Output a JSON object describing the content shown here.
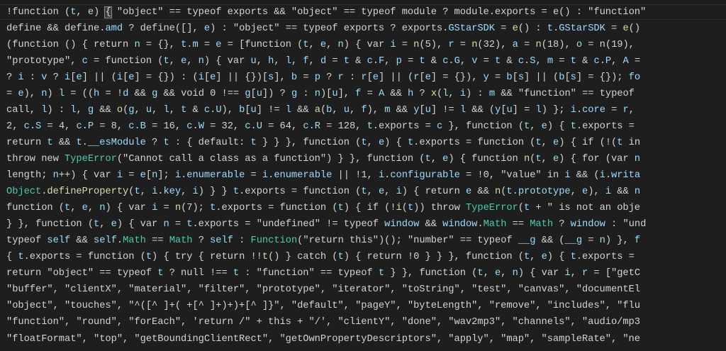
{
  "editor": {
    "language": "javascript",
    "colors": {
      "background": "#1e1e1e",
      "text": "#d4d4d4",
      "variable": "#9cdcfe",
      "function": "#dcdcaa",
      "type": "#4ec9b0"
    },
    "lines": [
      "!function (t, e) { \"object\" == typeof exports && \"object\" == typeof module ? module.exports = e() : \"function\"",
      "define && define.amd ? define([], e) : \"object\" == typeof exports ? exports.GStarSDK = e() : t.GStarSDK = e()",
      "(function () { return n = {}, t.m = e = [function (t, e, n) { var i = n(5), r = n(32), a = n(18), o = n(19), ",
      "\"prototype\", c = function (t, e, n) { var u, h, l, f, d = t & c.F, p = t & c.G, v = t & c.S, m = t & c.P, A = ",
      "? i : v ? i[e] || (i[e] = {}) : (i[e] || {})[s], b = p ? r : r[e] || (r[e] = {}), y = b[s] || (b[s] = {}); fo",
      "= e), n) l = ((h = !d && g && void 0 !== g[u]) ? g : n)[u], f = A && h ? x(l, i) : m && \"function\" == typeof ",
      "call, l) : l, g && o(g, u, l, t & c.U), b[u] != l && a(b, u, f), m && y[u] != l && (y[u] = l) }; i.core = r, ",
      "2, c.S = 4, c.P = 8, c.B = 16, c.W = 32, c.U = 64, c.R = 128, t.exports = c }, function (t, e) { t.exports = ",
      "return t && t.__esModule ? t : { default: t } } }, function (t, e) { t.exports = function (t, e) { if (!(t in",
      "throw new TypeError(\"Cannot call a class as a function\") } }, function (t, e) { function n(t, e) { for (var n",
      "length; n++) { var i = e[n]; i.enumerable = i.enumerable || !1, i.configurable = !0, \"value\" in i && (i.writa",
      "Object.defineProperty(t, i.key, i) } } t.exports = function (t, e, i) { return e && n(t.prototype, e), i && n",
      "function (t, e, n) { var i = n(7); t.exports = function (t) { if (!i(t)) throw TypeError(t + \" is not an obje",
      "} }, function (t, e) { var n = t.exports = \"undefined\" != typeof window && window.Math == Math ? window : \"und",
      "typeof self && self.Math == Math ? self : Function(\"return this\")(); \"number\" == typeof __g && (__g = n) }, f",
      "{ t.exports = function (t) { try { return !!t() } catch (t) { return !0 } } }, function (t, e) { t.exports = ",
      "return \"object\" == typeof t ? null !== t : \"function\" == typeof t } }, function (t, e, n) { var i, r = [\"getC",
      "\"buffer\", \"clientX\", \"material\", \"filter\", \"prototype\", \"iterator\", \"toString\", \"test\", \"canvas\", \"documentEl",
      "\"object\", \"touches\", \"^([^ ]+( +[^ ]+)+)+[^ ]}\", \"default\", \"pageY\", \"byteLength\", \"remove\", \"includes\", \"flu",
      "\"function\", \"round\", \"forEach\", 'return /\" + this + \"/', \"clientY\", \"done\", \"wav2mp3\", \"channels\", \"audio/mp3",
      "\"floatFormat\", \"top\", \"getBoundingClientRect\", \"getOwnPropertyDescriptors\", \"apply\", \"map\", \"sampleRate\", \"ne"
    ]
  }
}
